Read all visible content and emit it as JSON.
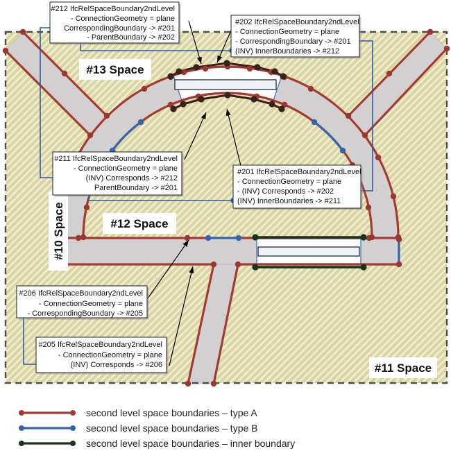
{
  "boxes": {
    "b212": {
      "lines": [
        "#212 IfcRelSpaceBoundary2ndLevel",
        "- ConnectionGeometry = plane",
        "CorrespondingBoundary -> #201",
        "- ParentBoundary -> #202"
      ]
    },
    "b202": {
      "lines": [
        "#202 IfcRelSpaceBoundary2ndLevel",
        "- ConnectionGeometry = plane",
        "- CorrespondingBoundary -> #201",
        "(INV) InnerBoundaries -> #212"
      ]
    },
    "b211": {
      "lines": [
        "#211 IfcRelSpaceBoundary2ndLevel",
        "- ConnectionGeometry = plane",
        "(INV) Corresponds -> #212",
        "ParentBoundary -> #201"
      ]
    },
    "b201": {
      "lines": [
        "#201 IfcRelSpaceBoundary2ndLevel",
        "- ConnectionGeometry = plane",
        "- (INV) Corresponds -> #202",
        "(INV) InnerBoundaries -> #211"
      ]
    },
    "b206": {
      "lines": [
        "#206 IfcRelSpaceBoundary2ndLevel",
        "- ConnectionGeometry = plane",
        "- CorrespondingBoundary -> #205"
      ]
    },
    "b205": {
      "lines": [
        "#205 IfcRelSpaceBoundary2ndLevel",
        "- ConnectionGeometry = plane",
        "(INV) Corresponds -> #206"
      ]
    }
  },
  "spaces": {
    "s10": "#10 Space",
    "s11": "#11 Space",
    "s12": "#12 Space",
    "s13": "#13 Space"
  },
  "legend": {
    "items": [
      {
        "label": "second level space boundaries – type A",
        "color": "#a43a32"
      },
      {
        "label": "second level space boundaries – type B",
        "color": "#3465ae"
      },
      {
        "label": "second level space boundaries – inner boundary",
        "color": "#17351a"
      }
    ]
  },
  "colors": {
    "type_a": "#a43a32",
    "type_b": "#3465ae",
    "inner_boundary": "#17351a",
    "connector": "#2d5ca6",
    "wall": "#d2d0d0",
    "hatch_base": "#dbd5a1",
    "window_frame": "#4a7cc7"
  }
}
